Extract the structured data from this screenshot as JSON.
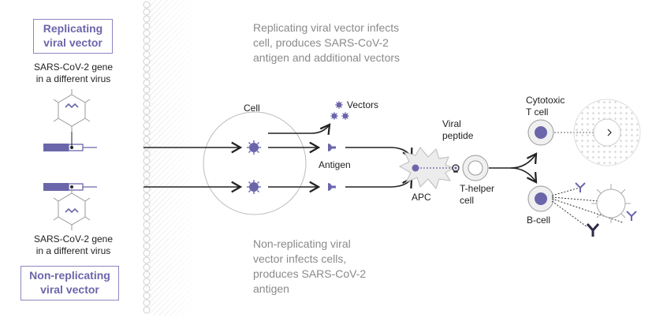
{
  "replicating": {
    "title_line1": "Replicating",
    "title_line2": "viral vector",
    "gene_line1": "SARS-CoV-2 gene",
    "gene_line2": "in a different virus",
    "description": [
      "Replicating viral vector infects",
      "cell, produces SARS-CoV-2",
      "antigen and additional vectors"
    ]
  },
  "non_replicating": {
    "title_line1": "Non-replicating",
    "title_line2": "viral vector",
    "gene_line1": "SARS-CoV-2 gene",
    "gene_line2": "in a different virus",
    "description": [
      "Non-replicating viral",
      "vector infects cells,",
      "produces SARS-CoV-2",
      "antigen"
    ]
  },
  "labels": {
    "cell": "Cell",
    "vectors": "Vectors",
    "antigen": "Antigen",
    "viral_peptide_1": "Viral",
    "viral_peptide_2": "peptide",
    "apc": "APC",
    "t_helper_1": "T-helper",
    "t_helper_2": "cell",
    "cytotoxic_1": "Cytotoxic",
    "cytotoxic_2": "T cell",
    "b_cell": "B-cell"
  },
  "colors": {
    "accent": "#6b66aa",
    "accent_light": "#8b86c0",
    "stroke": "#222222",
    "gray_text": "#8a8a8a"
  }
}
